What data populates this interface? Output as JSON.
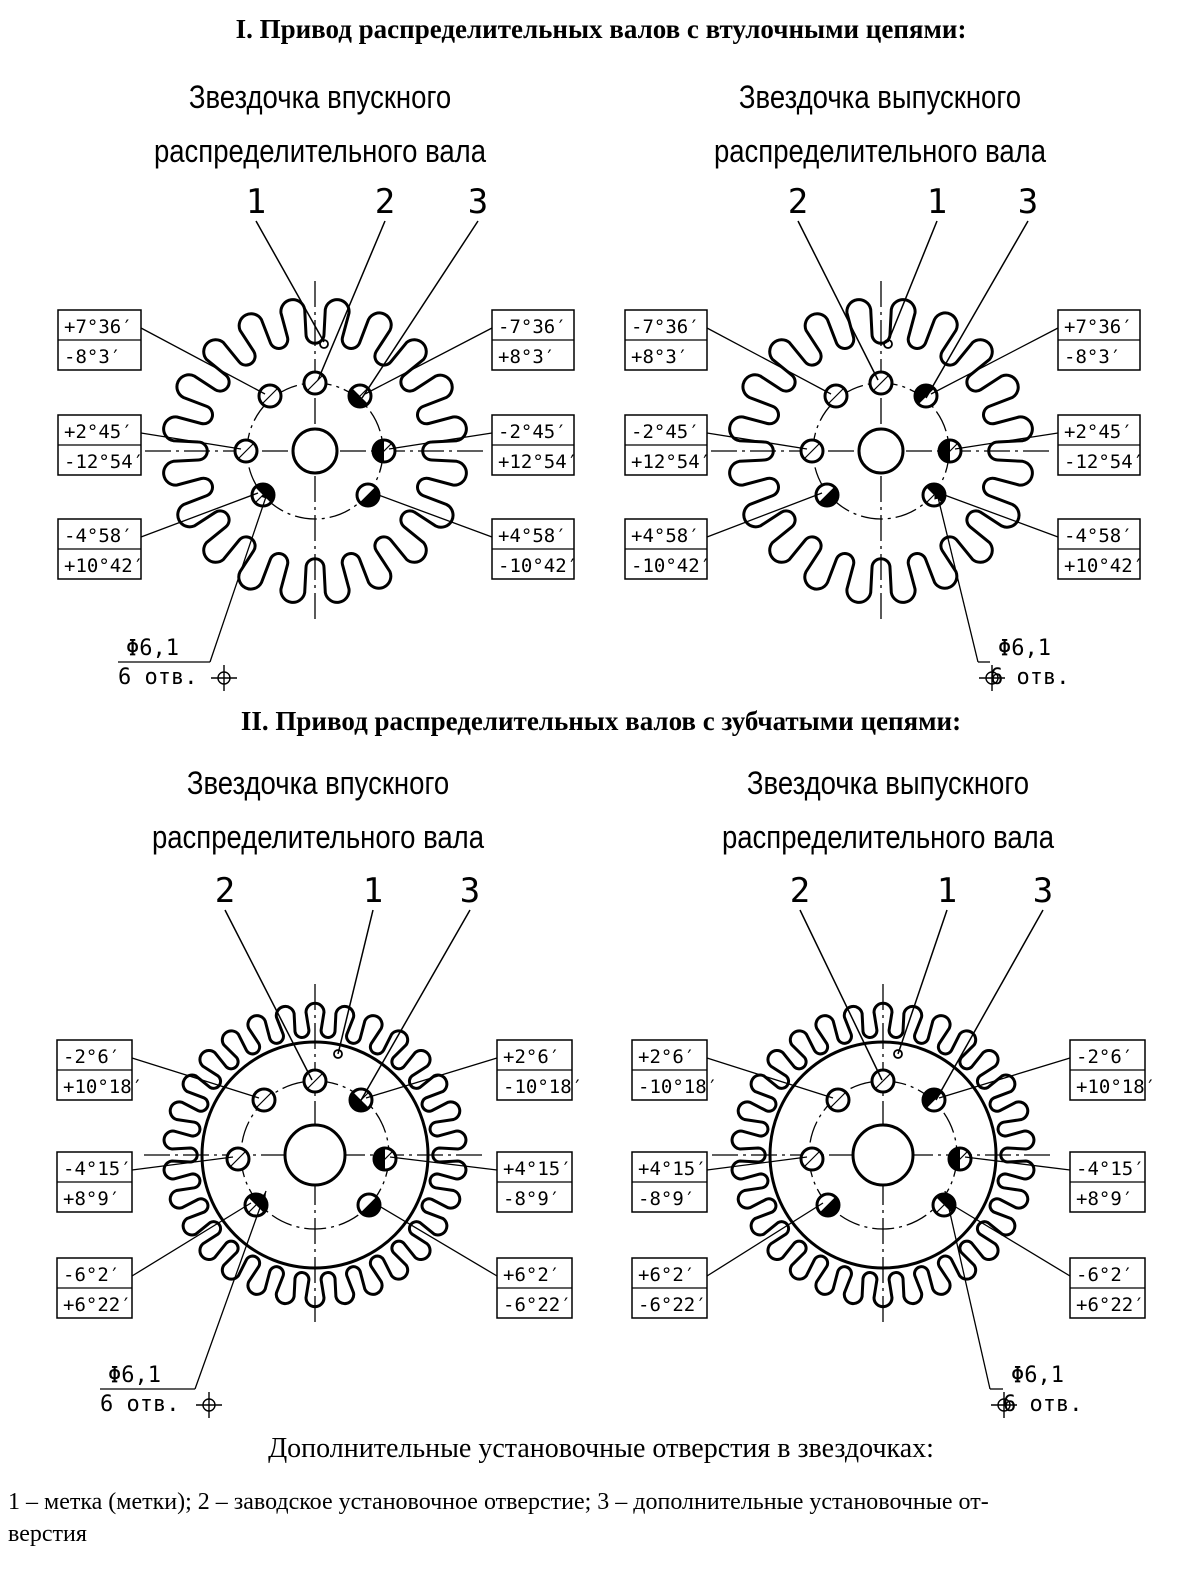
{
  "section1": {
    "title": "I. Привод распределительных валов с втулочными цепями:"
  },
  "section2": {
    "title": "II. Привод распределительных валов с зубчатыми цепями:"
  },
  "sprockets": [
    {
      "caption_line1": "Звездочка впускного",
      "caption_line2": "распределительного вала",
      "callouts": [
        "1",
        "2",
        "3"
      ],
      "tol_left": [
        [
          "+7°36′",
          "-8°3′"
        ],
        [
          "+2°45′",
          "-12°54′"
        ],
        [
          "-4°58′",
          "+10°42′"
        ]
      ],
      "tol_right": [
        [
          "-7°36′",
          "+8°3′"
        ],
        [
          "-2°45′",
          "+12°54′"
        ],
        [
          "+4°58′",
          "-10°42′"
        ]
      ],
      "dim_top": "Φ6,1",
      "dim_bottom": "6 отв."
    },
    {
      "caption_line1": "Звездочка выпускного",
      "caption_line2": "распределительного вала",
      "callouts": [
        "2",
        "1",
        "3"
      ],
      "tol_left": [
        [
          "-7°36′",
          "+8°3′"
        ],
        [
          "-2°45′",
          "+12°54′"
        ],
        [
          "+4°58′",
          "-10°42′"
        ]
      ],
      "tol_right": [
        [
          "+7°36′",
          "-8°3′"
        ],
        [
          "+2°45′",
          "-12°54′"
        ],
        [
          "-4°58′",
          "+10°42′"
        ]
      ],
      "dim_top": "Φ6,1",
      "dim_bottom": "6 отв."
    },
    {
      "caption_line1": "Звездочка впускного",
      "caption_line2": "распределительного вала",
      "callouts": [
        "2",
        "1",
        "3"
      ],
      "tol_left": [
        [
          "-2°6′",
          "+10°18′"
        ],
        [
          "-4°15′",
          "+8°9′"
        ],
        [
          "-6°2′",
          "+6°22′"
        ]
      ],
      "tol_right": [
        [
          "+2°6′",
          "-10°18′"
        ],
        [
          "+4°15′",
          "-8°9′"
        ],
        [
          "+6°2′",
          "-6°22′"
        ]
      ],
      "dim_top": "Φ6,1",
      "dim_bottom": "6 отв."
    },
    {
      "caption_line1": "Звездочка выпускного",
      "caption_line2": "распределительного вала",
      "callouts": [
        "2",
        "1",
        "3"
      ],
      "tol_left": [
        [
          "+2°6′",
          "-10°18′"
        ],
        [
          "+4°15′",
          "-8°9′"
        ],
        [
          "+6°2′",
          "-6°22′"
        ]
      ],
      "tol_right": [
        [
          "-2°6′",
          "+10°18′"
        ],
        [
          "-4°15′",
          "+8°9′"
        ],
        [
          "-6°2′",
          "+6°22′"
        ]
      ],
      "dim_top": "Φ6,1",
      "dim_bottom": "6 отв."
    }
  ],
  "footer": {
    "title": "Дополнительные установочные отверстия в звездочках:",
    "line1": "1 – метка (метки); 2 – заводское установочное отверстие; 3 – дополнительные установочные от-",
    "line2": "верстия"
  }
}
